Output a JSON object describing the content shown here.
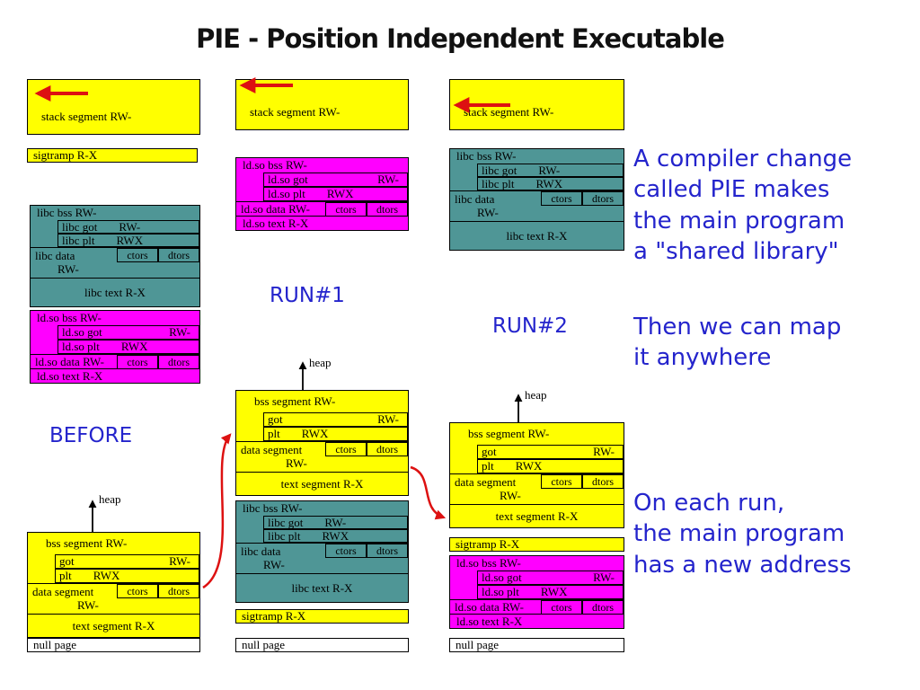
{
  "title": "PIE - Position Independent Executable",
  "colors": {
    "yellow": "#ffff00",
    "magenta": "#ff00ff",
    "teal": "#4f9696",
    "white": "#ffffff",
    "blue_text": "#2424cc",
    "red": "#dd1111"
  },
  "labels": {
    "stack": "stack segment RW-",
    "sigtramp": "sigtramp R-X",
    "null_page": "null page",
    "heap": "heap",
    "before": "BEFORE",
    "run1": "RUN#1",
    "run2": "RUN#2"
  },
  "annotations": {
    "compiler_change": "A compiler change\ncalled PIE makes\nthe main program\na \"shared library\"",
    "map_anywhere": "Then we can map\nit anywhere",
    "each_run": "On each run,\nthe main program\nhas a new address"
  },
  "blocks": {
    "libc": {
      "color": "teal",
      "rows": [
        {
          "kind": "band",
          "text": "libc bss RW-"
        },
        {
          "kind": "inner",
          "label": "libc got",
          "perm": "RW-",
          "align": "gap"
        },
        {
          "kind": "inner",
          "label": "libc plt",
          "perm": "RWX",
          "align": "gap"
        },
        {
          "kind": "data2",
          "label": "libc data",
          "perm": "RW-",
          "ctors": "ctors",
          "dtors": "dtors"
        },
        {
          "kind": "band",
          "text": "libc text R-X",
          "center": true
        }
      ]
    },
    "ldso": {
      "color": "magenta",
      "rows": [
        {
          "kind": "band",
          "text": "ld.so bss RW-"
        },
        {
          "kind": "inner",
          "label": "ld.so got",
          "perm": "RW-",
          "align": "right"
        },
        {
          "kind": "inner",
          "label": "ld.so plt",
          "perm": "RWX",
          "align": "gap"
        },
        {
          "kind": "data1",
          "label": "ld.so data RW-",
          "ctors": "ctors",
          "dtors": "dtors"
        },
        {
          "kind": "band",
          "text": "ld.so text R-X"
        }
      ]
    },
    "main": {
      "color": "yellow",
      "rows": [
        {
          "kind": "band",
          "text": "bss segment RW-",
          "padded": true
        },
        {
          "kind": "inner",
          "label": "got",
          "perm": "RW-",
          "align": "right"
        },
        {
          "kind": "inner",
          "label": "plt",
          "perm": "RWX",
          "align": "gap"
        },
        {
          "kind": "data2",
          "label": "data segment",
          "perm": "RW-",
          "ctors": "ctors",
          "dtors": "dtors"
        },
        {
          "kind": "band",
          "text": "text segment R-X",
          "center": true
        }
      ]
    }
  }
}
